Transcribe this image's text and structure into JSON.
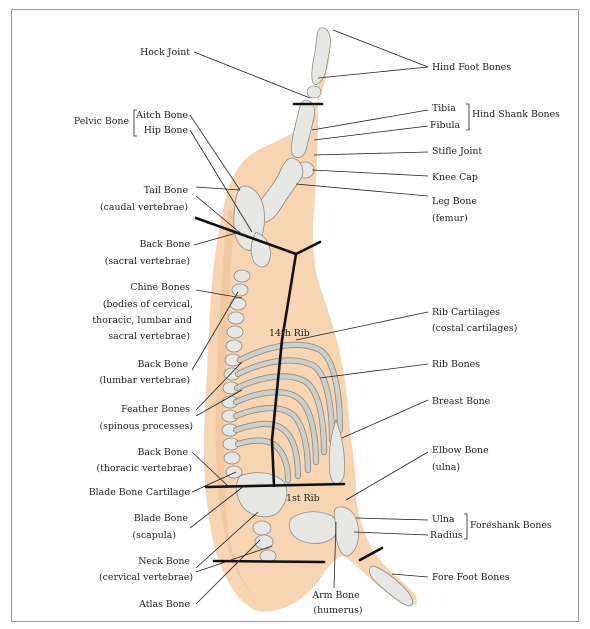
{
  "colors": {
    "carcass": "#f7d5b2",
    "carcass_shade": "#f0c49c",
    "bone": "#e6e6e2",
    "bone_outline": "#8e8e88",
    "lines": "#222222",
    "frame": "#999999"
  },
  "labels": {
    "hock_joint": "Hock Joint",
    "pelvic_bone": "Pelvic Bone",
    "aitch_bone": "Aitch Bone",
    "hip_bone": "Hip Bone",
    "tail_bone": "Tail Bone",
    "tail_bone_sub": "(caudal vertebrae)",
    "back_bone_sacral": "Back Bone",
    "back_bone_sacral_sub": "(sacral vertebrae)",
    "chine_bones": "Chine Bones",
    "chine_bones_sub1": "(bodies of cervical,",
    "chine_bones_sub2": "thoracic, lumbar and",
    "chine_bones_sub3": "sacral vertebrae)",
    "back_bone_lumbar": "Back Bone",
    "back_bone_lumbar_sub": "(lumbar vertebrae)",
    "feather_bones": "Feather Bones",
    "feather_bones_sub": "(spinous processes)",
    "back_bone_thoracic": "Back Bone",
    "back_bone_thoracic_sub": "(thoracic vertebrae)",
    "blade_bone_cartilage": "Blade Bone Cartilage",
    "blade_bone": "Blade Bone",
    "blade_bone_sub": "(scapula)",
    "neck_bone": "Neck Bone",
    "neck_bone_sub": "(cervical vertebrae)",
    "atlas_bone": "Atlas Bone",
    "arm_bone": "Arm Bone",
    "arm_bone_sub": "(humerus)",
    "hind_foot_bones": "Hind Foot Bones",
    "tibia": "Tibia",
    "fibula": "Fibula",
    "hind_shank_bones": "Hind Shank Bones",
    "stifle_joint": "Stifle Joint",
    "knee_cap": "Knee Cap",
    "leg_bone": "Leg Bone",
    "leg_bone_sub": "(femur)",
    "rib_cartilages": "Rib Cartilages",
    "rib_cartilages_sub": "(costal cartilages)",
    "rib_bones": "Rib Bones",
    "breast_bone": "Breast Bone",
    "elbow_bone": "Elbow Bone",
    "elbow_bone_sub": "(ulna)",
    "ulna": "Ulna",
    "radius": "Radius",
    "foreshank_bones": "Foreshank Bones",
    "fore_foot_bones": "Fore Foot Bones",
    "rib_14th": "14th Rib",
    "rib_1st": "1st Rib"
  }
}
